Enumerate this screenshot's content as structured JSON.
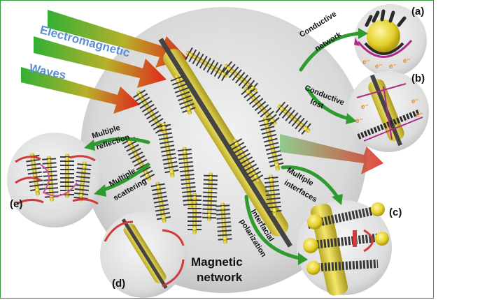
{
  "labels": {
    "incoming_1": "Electromagnetic",
    "incoming_2": "Waves",
    "conductive_network_1": "Conductive",
    "conductive_network_2": "network",
    "conductive_lost_1": "Conductive",
    "conductive_lost_2": "lost",
    "multiple_reflection_1": "Multiple",
    "multiple_reflection_2": "reflection",
    "multiple_scattering_1": "Multiple",
    "multiple_scattering_2": "scattering",
    "multiple_interfaces_1": "Multiple",
    "multiple_interfaces_2": "interfaces",
    "interfacial_polarization_1": "Interfacial",
    "interfacial_polarization_2": "polarization",
    "magnetic_network_1": "Magnetic",
    "magnetic_network_2": "network",
    "electron": "e⁻"
  },
  "panels": {
    "a": "(a)",
    "b": "(b)",
    "c": "(c)",
    "d": "(d)",
    "e": "(e)"
  },
  "colors": {
    "frame": "#2e9a3a",
    "wave_start": "#33b034",
    "wave_end": "#e0261c",
    "incoming_text": "#5b8fd0",
    "arrow_green": "#2f9a2f",
    "rod_yellow": "#e8d84a",
    "tube_dark": "#3a3a3a",
    "magenta": "#b0288a",
    "electron_orange": "#f08a1c"
  }
}
